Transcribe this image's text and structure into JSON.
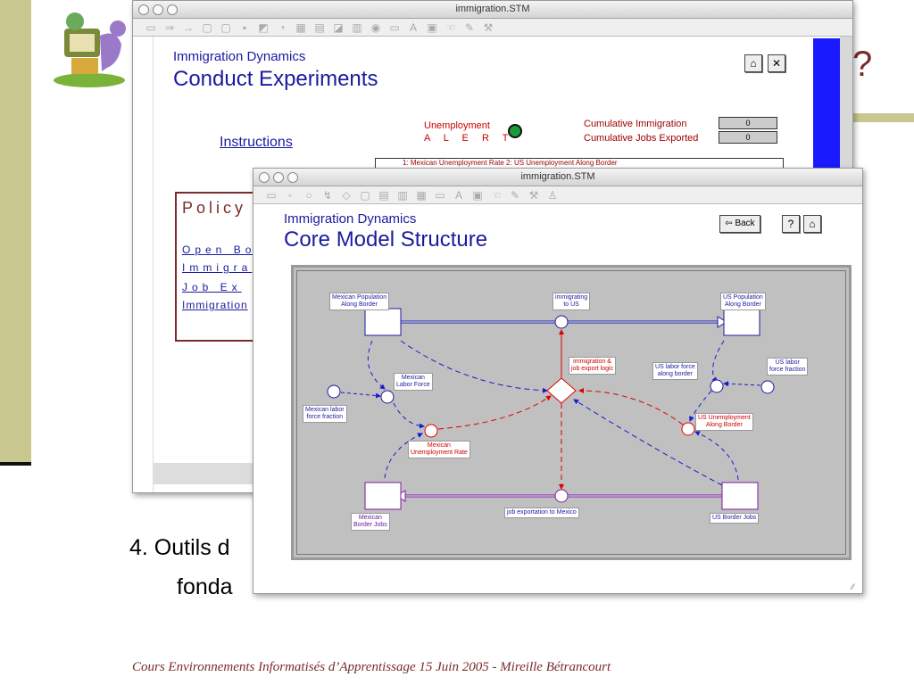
{
  "slide": {
    "corner_char": "?",
    "bullet_line1": "4. Outils d",
    "bullet_line2": "fonda",
    "footer": "Cours Environnements Informatisés d’Apprentissage  15 Juin 2005 - Mireille Bétrancourt"
  },
  "window_back": {
    "title": "immigration.STM",
    "toolbar_icons": [
      "▭",
      "⇒",
      "→",
      "▢",
      "▢",
      "▪",
      "◩",
      "◔",
      "▦",
      "▤",
      "◪",
      "▥",
      "◉",
      "▭",
      "A",
      "▣",
      "☜",
      "✎",
      "⚒"
    ],
    "kicker": "Immigration Dynamics",
    "heading": "Conduct Experiments",
    "home_icon": "⌂",
    "close_icon": "✕",
    "instructions": "Instructions",
    "alert_line1": "Unemployment",
    "alert_line2": "A L E R T",
    "counters": [
      {
        "label": "Cumulative Immigration",
        "value": "0"
      },
      {
        "label": "Cumulative Jobs Exported",
        "value": "0"
      }
    ],
    "graph_strip": "1: Mexican  Unemployment Rate                        2: US Unemployment  Along Border",
    "policy": {
      "title": "Policy",
      "links": [
        "Open Bo",
        "Immigra",
        "Job Ex",
        "Immigration"
      ]
    }
  },
  "window_front": {
    "title": "immigration.STM",
    "toolbar_icons": [
      "▭",
      "◦",
      "○",
      "↯",
      "◇",
      "▢",
      "▤",
      "▥",
      "▦",
      "▭",
      "A",
      "▣",
      "☜",
      "✎",
      "⚒",
      "♙"
    ],
    "kicker": "Immigration Dynamics",
    "heading": "Core Model Structure",
    "back_button": "⇦ Back",
    "help_icon": "?",
    "home_icon": "⌂",
    "diagram": {
      "stocks": {
        "mex_pop": "Mexican Population\nAlong Border",
        "us_pop": "US Population\nAlong Border",
        "mex_jobs": "Mexican\nBorder Jobs",
        "us_jobs": "US Border Jobs"
      },
      "flows": {
        "immigrating": "immigrating\nto US",
        "job_export": "job exportation to Mexico"
      },
      "converters": {
        "logic": "immigration &\njob export logic",
        "mex_labor_force": "Mexican\nLabor Force",
        "mex_labor_fraction": "Mexican labor\nforce fraction",
        "mex_unemp": "Mexican\nUnemployment Rate",
        "us_labor_force": "US labor force\nalong border",
        "us_labor_fraction": "US labor\nforce fraction",
        "us_unemp": "US Unemployment\nAlong Border"
      }
    }
  }
}
